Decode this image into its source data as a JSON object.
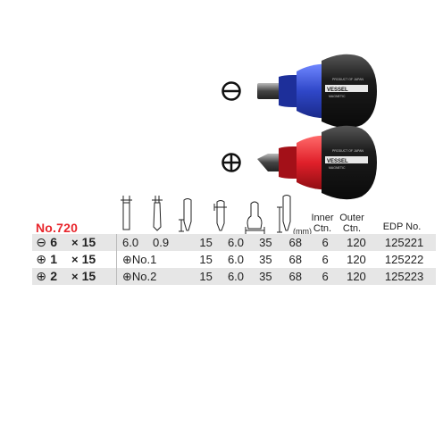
{
  "model": "No.720",
  "units": "(mm)",
  "headers": {
    "inner": [
      "Inner",
      "Ctn."
    ],
    "outer": [
      "Outer",
      "Ctn."
    ],
    "edp": "EDP No."
  },
  "rows": [
    {
      "symbol": "⊖",
      "size": "6",
      "x": "×",
      "length": "15",
      "tip_a": "6.0",
      "tip_b": "0.9",
      "tip_full": "",
      "d1": "15",
      "d2": "6.0",
      "d3": "35",
      "d4": "68",
      "inner": "6",
      "outer": "120",
      "edp": "125221"
    },
    {
      "symbol": "⊕",
      "size": "1",
      "x": "×",
      "length": "15",
      "tip_a": "",
      "tip_b": "",
      "tip_full": "⊕No.1",
      "d1": "15",
      "d2": "6.0",
      "d3": "35",
      "d4": "68",
      "inner": "6",
      "outer": "120",
      "edp": "125222"
    },
    {
      "symbol": "⊕",
      "size": "2",
      "x": "×",
      "length": "15",
      "tip_a": "",
      "tip_b": "",
      "tip_full": "⊕No.2",
      "d1": "15",
      "d2": "6.0",
      "d3": "35",
      "d4": "68",
      "inner": "6",
      "outer": "120",
      "edp": "125223"
    }
  ],
  "colors": {
    "model_red": "#e8262c",
    "row_shade": "#e6e6e6",
    "handle_black": "#1a1a1a",
    "band_blue": "#2f47c8",
    "band_red": "#e0202a"
  }
}
